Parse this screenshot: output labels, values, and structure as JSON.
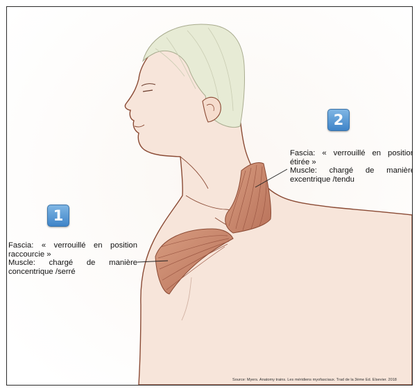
{
  "badges": {
    "one": "1",
    "two": "2"
  },
  "annotation_1": {
    "fascia_line1": "Fascia: « verrouillé en position",
    "fascia_line2": "raccourcie »",
    "muscle_line1": "Muscle: chargé de manière",
    "muscle_line2": "concentrique /serré"
  },
  "annotation_2": {
    "fascia_line1": "Fascia: « verrouillé en position",
    "fascia_line2": "étirée »",
    "muscle_line1": "Muscle: chargé de manière",
    "muscle_line2": "excentrique /tendu"
  },
  "source": "Source: Myers. Anatomy trains. Les méridiens myofasciaux.  Trad de la 3ème Ed. Elsevier. 2018",
  "colors": {
    "skin": "#f7e5da",
    "hair": "#e5e9d2",
    "outline": "#8a4a34",
    "muscle": "#c98a6e",
    "badge": "#4f92d2"
  }
}
